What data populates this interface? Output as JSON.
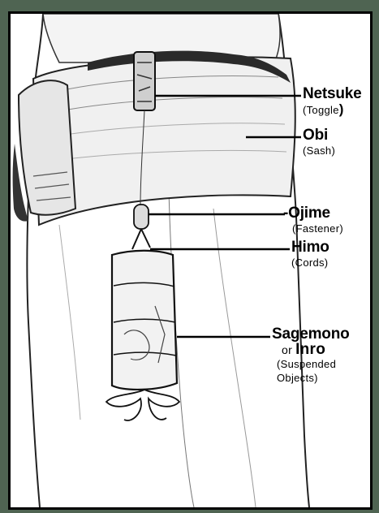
{
  "labels": {
    "netsuke": {
      "name": "Netsuke",
      "sub_open": "(Toggle",
      "sub_close": ")"
    },
    "obi": {
      "name": "Obi",
      "sub": "(Sash)"
    },
    "ojime": {
      "name": "-Ojime",
      "sub": "(Fastener)"
    },
    "himo": {
      "name": "Himo",
      "sub": "(Cords)"
    },
    "sagemono": {
      "name": "Sagemono",
      "or": "or",
      "name2": "Inro",
      "sub1": "(Suspended",
      "sub2": "Objects)"
    }
  },
  "colors": {
    "background": "#4f6452",
    "frame": "#000000",
    "canvas": "#ffffff",
    "ink": "#000000"
  }
}
